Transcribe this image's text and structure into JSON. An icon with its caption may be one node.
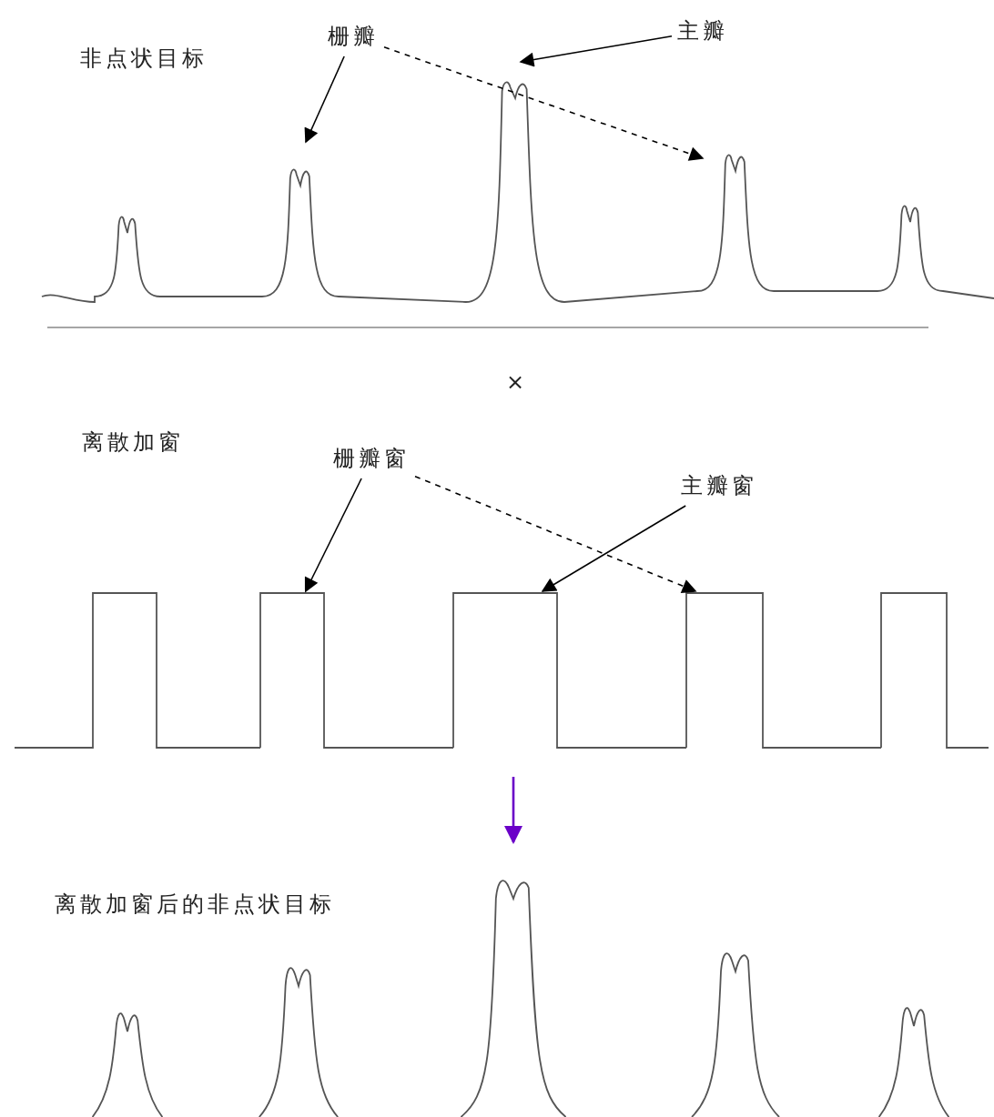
{
  "diagram": {
    "nodes": [
      {
        "text": [
          "栅瓣"
        ]
      },
      {
        "text": [
          "主瓣"
        ]
      },
      {
        "text": [
          "栅瓣窗"
        ]
      },
      {
        "text": [
          "主瓣窗"
        ]
      },
      {
        "text": [],
        "shape": "box"
      },
      {
        "text": [],
        "shape": "box"
      },
      {
        "text": [],
        "shape": "box"
      },
      {
        "text": [],
        "shape": "box"
      },
      {
        "text": [],
        "shape": "box"
      }
    ],
    "edges": [
      {
        "from": 0,
        "to": null,
        "arrow": "to"
      },
      {
        "from": 0,
        "to": null,
        "arrow": "to",
        "style": "dashed"
      },
      {
        "from": 1,
        "to": null,
        "arrow": "to"
      },
      {
        "from": 2,
        "to": 5,
        "arrow": "to"
      },
      {
        "from": 2,
        "to": 7,
        "arrow": "to",
        "style": "dashed"
      },
      {
        "from": 3,
        "to": 6,
        "arrow": "to"
      }
    ],
    "labels": [
      "非点状目标",
      "×",
      "离散加窗",
      "离散加窗后的非点状目标"
    ]
  }
}
